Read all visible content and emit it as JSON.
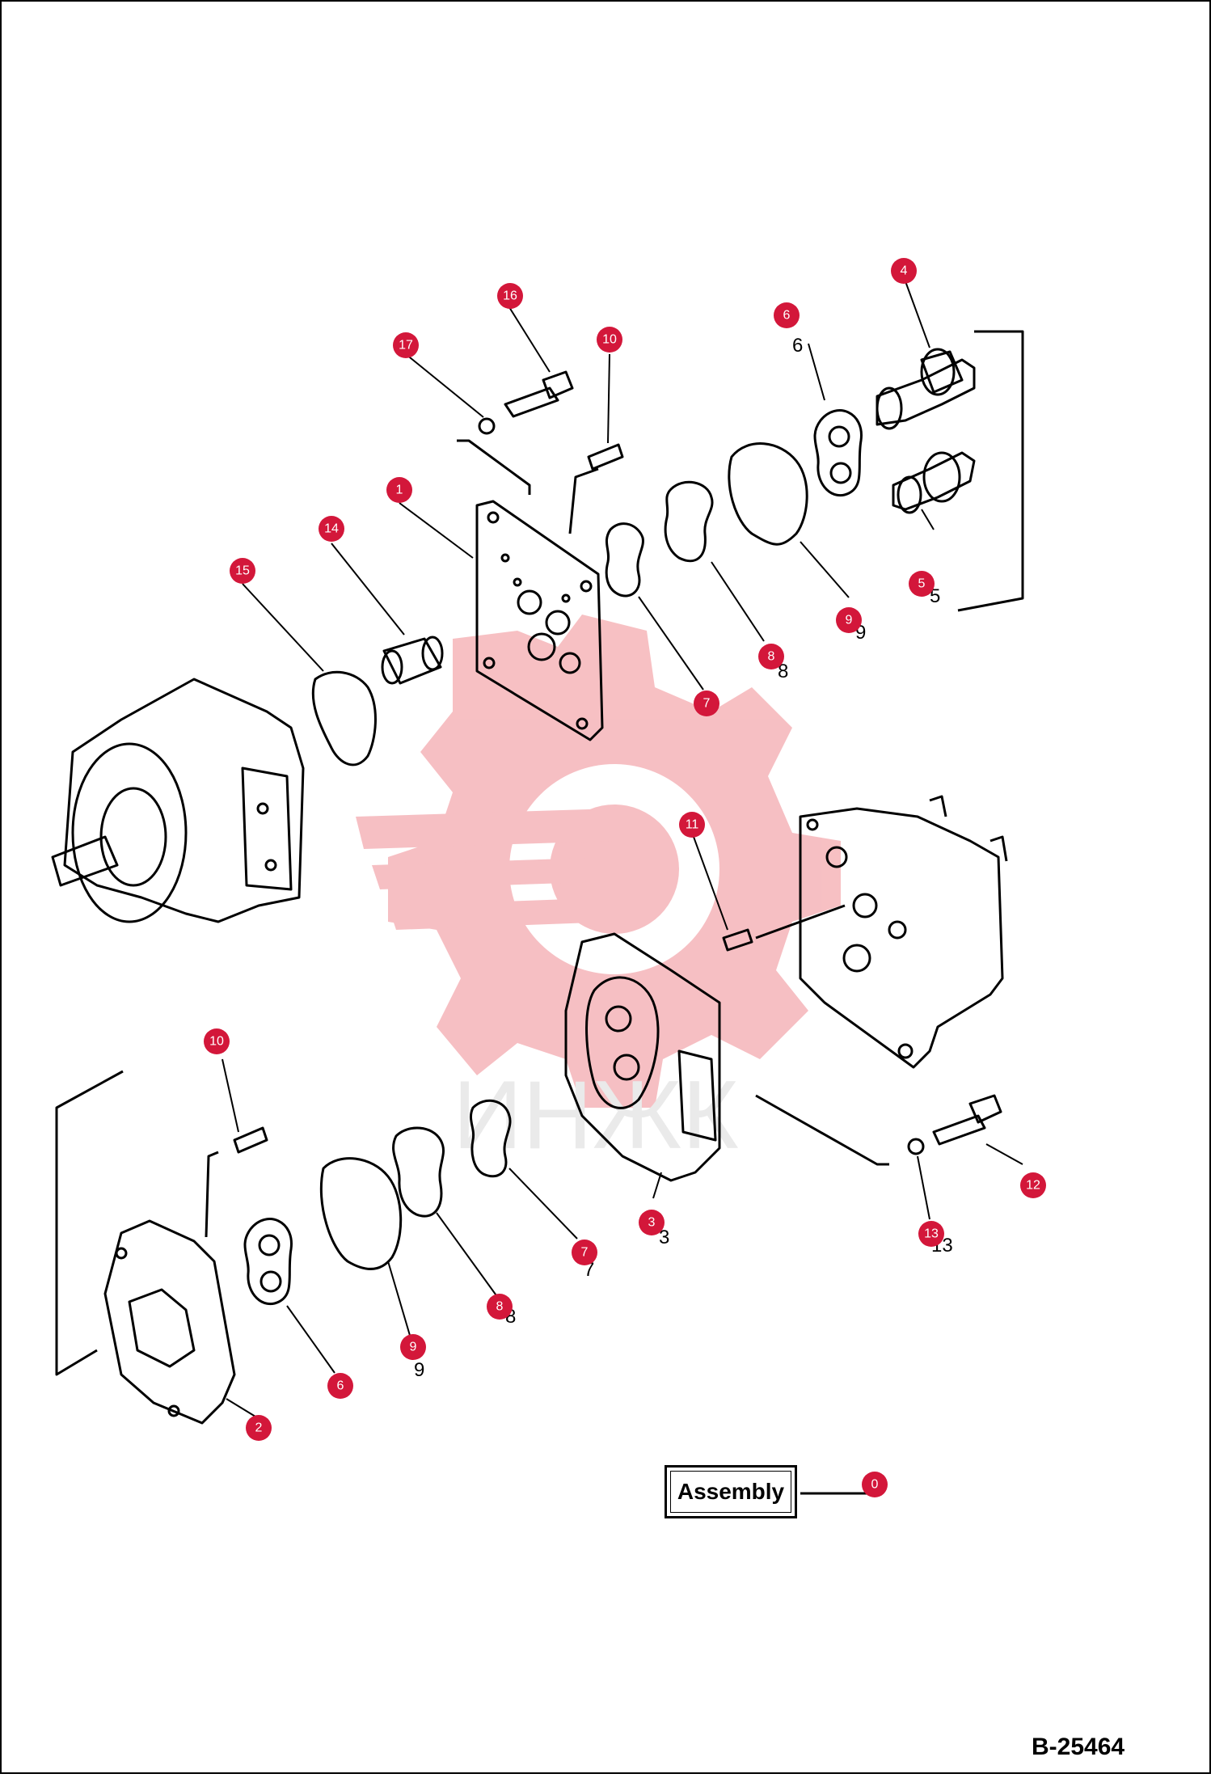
{
  "drawing_code": "B-25464",
  "assembly_label": "Assembly",
  "watermark_text": "ИНЖК",
  "colors": {
    "callout": "#d3173a",
    "watermark": "#f6b9bd",
    "line": "#000000"
  },
  "callouts": [
    {
      "num": "4"
    },
    {
      "num": "16"
    },
    {
      "num": "6"
    },
    {
      "num": "17"
    },
    {
      "num": "10"
    },
    {
      "num": "1"
    },
    {
      "num": "14"
    },
    {
      "num": "15"
    },
    {
      "num": "5"
    },
    {
      "num": "9"
    },
    {
      "num": "8"
    },
    {
      "num": "7"
    },
    {
      "num": "11"
    },
    {
      "num": "10"
    },
    {
      "num": "12"
    },
    {
      "num": "3"
    },
    {
      "num": "13"
    },
    {
      "num": "7"
    },
    {
      "num": "8"
    },
    {
      "num": "9"
    },
    {
      "num": "6"
    },
    {
      "num": "2"
    },
    {
      "num": "0"
    }
  ],
  "drawing_numbers": [
    "6",
    "8",
    "5",
    "9",
    "3",
    "9",
    "8",
    "7",
    "13"
  ]
}
